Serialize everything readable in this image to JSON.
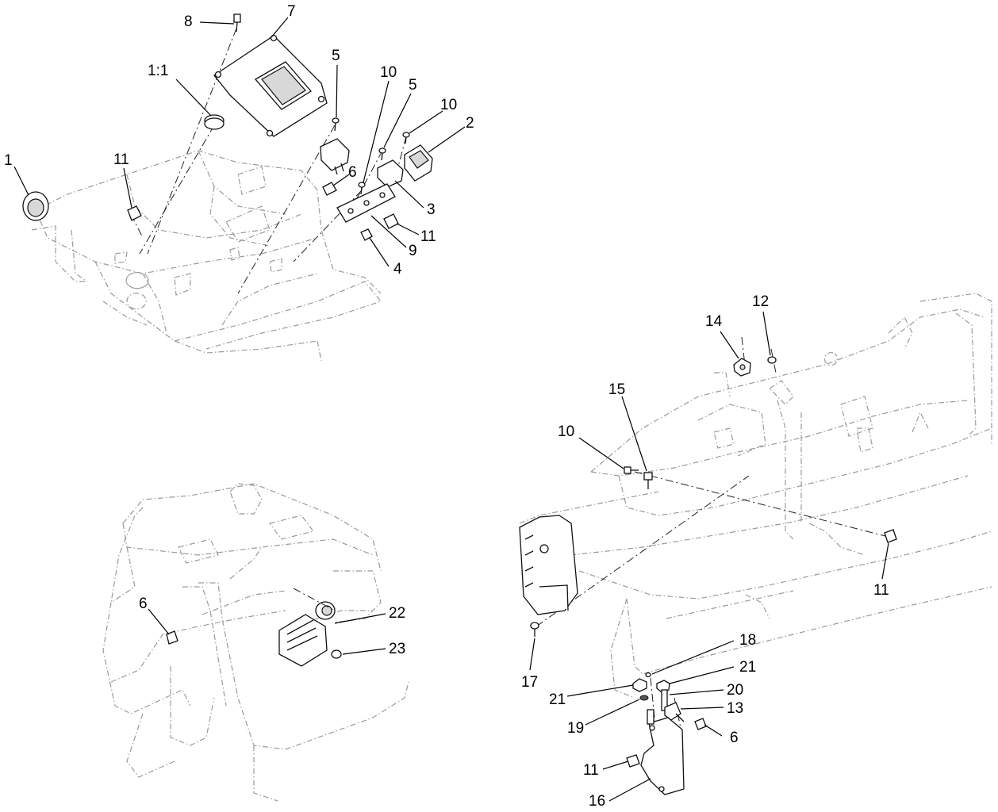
{
  "callouts": [
    {
      "id": "c-8",
      "text": "8"
    },
    {
      "id": "c-7",
      "text": "7"
    },
    {
      "id": "c-1-1",
      "text": "1:1"
    },
    {
      "id": "c-5a",
      "text": "5"
    },
    {
      "id": "c-10a",
      "text": "10"
    },
    {
      "id": "c-5b",
      "text": "5"
    },
    {
      "id": "c-10b",
      "text": "10"
    },
    {
      "id": "c-2",
      "text": "2"
    },
    {
      "id": "c-1",
      "text": "1"
    },
    {
      "id": "c-11a",
      "text": "11"
    },
    {
      "id": "c-6a",
      "text": "6"
    },
    {
      "id": "c-3",
      "text": "3"
    },
    {
      "id": "c-11b",
      "text": "11"
    },
    {
      "id": "c-9",
      "text": "9"
    },
    {
      "id": "c-4",
      "text": "4"
    },
    {
      "id": "c-12",
      "text": "12"
    },
    {
      "id": "c-14",
      "text": "14"
    },
    {
      "id": "c-15",
      "text": "15"
    },
    {
      "id": "c-10c",
      "text": "10"
    },
    {
      "id": "c-11c",
      "text": "11"
    },
    {
      "id": "c-6b",
      "text": "6"
    },
    {
      "id": "c-22",
      "text": "22"
    },
    {
      "id": "c-23",
      "text": "23"
    },
    {
      "id": "c-17",
      "text": "17"
    },
    {
      "id": "c-18",
      "text": "18"
    },
    {
      "id": "c-21a",
      "text": "21"
    },
    {
      "id": "c-21b",
      "text": "21"
    },
    {
      "id": "c-20",
      "text": "20"
    },
    {
      "id": "c-13",
      "text": "13"
    },
    {
      "id": "c-19",
      "text": "19"
    },
    {
      "id": "c-6c",
      "text": "6"
    },
    {
      "id": "c-11d",
      "text": "11"
    },
    {
      "id": "c-16",
      "text": "16"
    }
  ]
}
